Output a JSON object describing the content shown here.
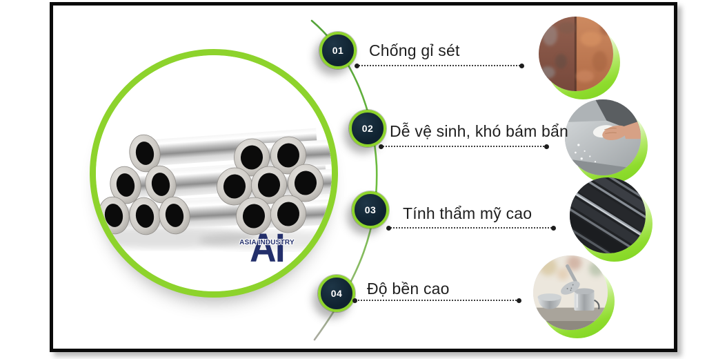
{
  "colors": {
    "accent_green": "#8DD32C",
    "badge_navy": "#0F2230",
    "text_dark": "#1E1E1E",
    "logo_navy": "#232F6B",
    "frame_black": "#0A0A0A"
  },
  "logo": {
    "monogram": "AI",
    "caption": "ASIA INDUSTRY"
  },
  "features": [
    {
      "number": "01",
      "label": "Chống gỉ sét"
    },
    {
      "number": "02",
      "label": "Dễ vệ sinh, khó bám bẩn"
    },
    {
      "number": "03",
      "label": "Tính thẩm mỹ cao"
    },
    {
      "number": "04",
      "label": "Độ bền cao"
    }
  ]
}
